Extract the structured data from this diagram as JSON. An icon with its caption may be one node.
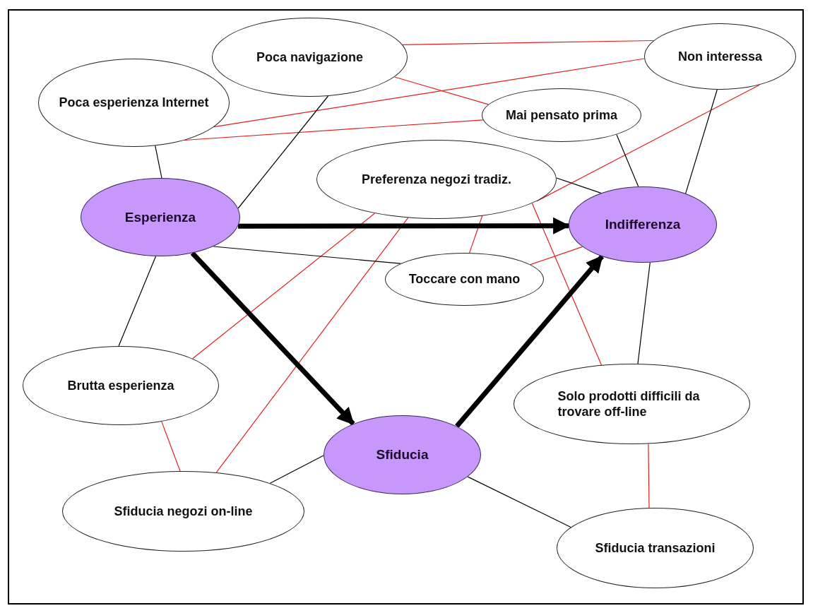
{
  "diagram": {
    "nodes": [
      {
        "text": [
          "Poca navigazione"
        ]
      },
      {
        "text": [
          "Non interessa"
        ]
      },
      {
        "text": [
          "Poca esperienza Internet"
        ]
      },
      {
        "text": [
          "Mai pensato prima"
        ]
      },
      {
        "text": [
          "Preferenza negozi tradiz."
        ]
      },
      {
        "text": [
          "Esperienza"
        ]
      },
      {
        "text": [
          "Indifferenza"
        ]
      },
      {
        "text": [
          "Toccare con mano"
        ]
      },
      {
        "text": [
          "Brutta esperienza"
        ]
      },
      {
        "text": [
          "Solo prodotti difficili da trovare off-line"
        ]
      },
      {
        "text": [
          "Sfiducia"
        ]
      },
      {
        "text": [
          "Sfiducia negozi on-line"
        ]
      },
      {
        "text": [
          "Sfiducia transazioni"
        ]
      }
    ],
    "edges": [
      {
        "from": 0,
        "to": 1,
        "arrow": "none",
        "color": "#e02020"
      },
      {
        "from": 0,
        "to": 3,
        "arrow": "none",
        "color": "#e02020"
      },
      {
        "from": 2,
        "to": 1,
        "arrow": "none",
        "color": "#e02020"
      },
      {
        "from": 2,
        "to": 3,
        "arrow": "none",
        "color": "#e02020"
      },
      {
        "from": 1,
        "to": 4,
        "arrow": "none",
        "color": "#e02020"
      },
      {
        "from": 8,
        "to": 4,
        "arrow": "none",
        "color": "#e02020"
      },
      {
        "from": 11,
        "to": 4,
        "arrow": "none",
        "color": "#e02020"
      },
      {
        "from": 4,
        "to": 7,
        "arrow": "none",
        "color": "#e02020"
      },
      {
        "from": 4,
        "to": 9,
        "arrow": "none",
        "color": "#e02020"
      },
      {
        "from": 7,
        "to": 6,
        "arrow": "none",
        "color": "#e02020"
      },
      {
        "from": 8,
        "to": 11,
        "arrow": "none",
        "color": "#e02020"
      },
      {
        "from": 9,
        "to": 12,
        "arrow": "none",
        "color": "#e02020"
      },
      {
        "from": 2,
        "to": 5,
        "arrow": "none",
        "color": "#000000"
      },
      {
        "from": 0,
        "to": 5,
        "arrow": "none",
        "color": "#000000"
      },
      {
        "from": 5,
        "to": 7,
        "arrow": "none",
        "color": "#000000"
      },
      {
        "from": 5,
        "to": 8,
        "arrow": "none",
        "color": "#000000"
      },
      {
        "from": 3,
        "to": 6,
        "arrow": "none",
        "color": "#000000"
      },
      {
        "from": 1,
        "to": 6,
        "arrow": "none",
        "color": "#000000"
      },
      {
        "from": 4,
        "to": 6,
        "arrow": "none",
        "color": "#000000"
      },
      {
        "from": 6,
        "to": 9,
        "arrow": "none",
        "color": "#000000"
      },
      {
        "from": 10,
        "to": 11,
        "arrow": "none",
        "color": "#000000"
      },
      {
        "from": 10,
        "to": 12,
        "arrow": "none",
        "color": "#000000"
      },
      {
        "from": 5,
        "to": 6,
        "arrow": "to",
        "style": "thick",
        "color": "#000000"
      },
      {
        "from": 5,
        "to": 10,
        "arrow": "to",
        "style": "thick",
        "color": "#000000"
      },
      {
        "from": 10,
        "to": 6,
        "arrow": "to",
        "style": "thick",
        "color": "#000000"
      }
    ]
  }
}
